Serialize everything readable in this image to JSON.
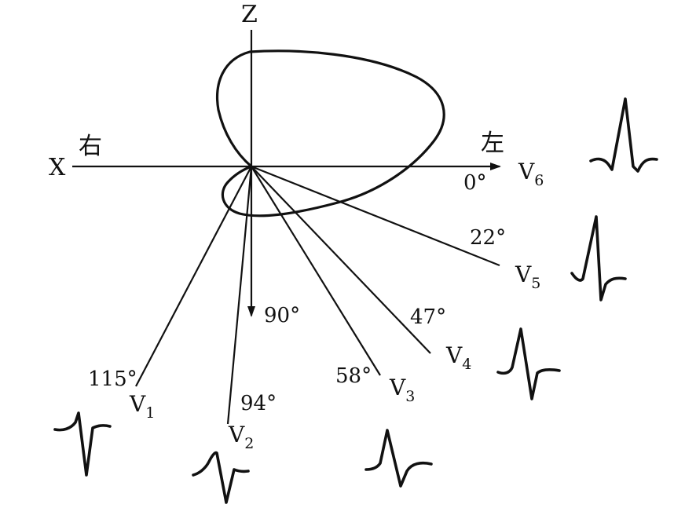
{
  "axes": {
    "x_label": "X",
    "z_label": "Z",
    "right_label": "右",
    "left_label": "左"
  },
  "angles": {
    "a0": "0°",
    "a22": "22°",
    "a47": "47°",
    "a58": "58°",
    "a90": "90°",
    "a94": "94°",
    "a115": "115°"
  },
  "leads": [
    {
      "id": "v1",
      "letter": "V",
      "sub": "1"
    },
    {
      "id": "v2",
      "letter": "V",
      "sub": "2"
    },
    {
      "id": "v3",
      "letter": "V",
      "sub": "3"
    },
    {
      "id": "v4",
      "letter": "V",
      "sub": "4"
    },
    {
      "id": "v5",
      "letter": "V",
      "sub": "5"
    },
    {
      "id": "v6",
      "letter": "V",
      "sub": "6"
    }
  ]
}
